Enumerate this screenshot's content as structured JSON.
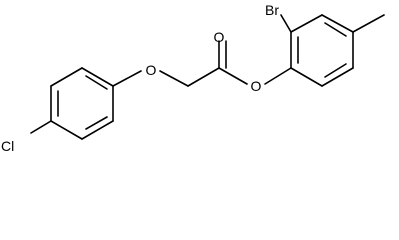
{
  "molecule": {
    "atoms": {
      "bromine": "Br",
      "carbonyl_oxygen": "O",
      "ester_oxygen": "O",
      "ether_oxygen": "O",
      "chlorine": "Cl"
    },
    "colors": {
      "background": "#ffffff",
      "bond": "#000000",
      "label": "#000000"
    }
  }
}
